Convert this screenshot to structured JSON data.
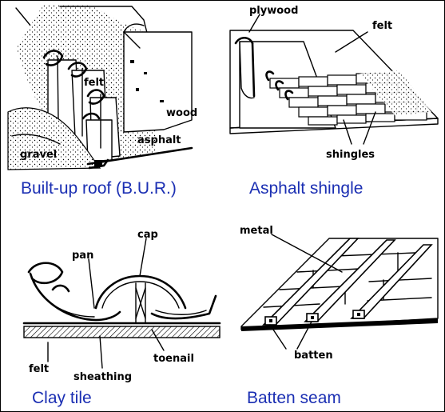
{
  "panels": {
    "bur": {
      "caption": "Built-up roof (B.U.R.)",
      "labels": {
        "felt": "felt",
        "wood": "wood",
        "asphalt": "asphalt",
        "gravel": "gravel"
      }
    },
    "shingle": {
      "caption": "Asphalt shingle",
      "labels": {
        "plywood": "plywood",
        "felt": "felt",
        "shingles": "shingles"
      }
    },
    "clay": {
      "caption": "Clay tile",
      "labels": {
        "pan": "pan",
        "cap": "cap",
        "felt": "felt",
        "sheathing": "sheathing",
        "toenail": "toenail"
      }
    },
    "batten": {
      "caption": "Batten seam",
      "labels": {
        "metal": "metal",
        "batten": "batten"
      }
    }
  },
  "colors": {
    "caption": "#1b2fb3",
    "ink": "#000000",
    "frame": "#000000"
  }
}
